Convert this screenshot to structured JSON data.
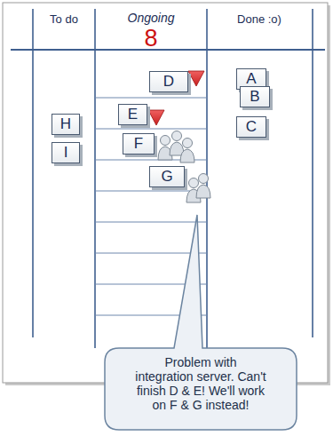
{
  "diagram": {
    "nodes": [
      {
        "text": [
          "H"
        ]
      },
      {
        "text": [
          "I"
        ]
      },
      {
        "text": [
          "D"
        ]
      },
      {
        "text": [
          "E"
        ]
      },
      {
        "text": [
          "F"
        ]
      },
      {
        "text": [
          "G"
        ]
      },
      {
        "text": [
          "A"
        ]
      },
      {
        "text": [
          "B"
        ]
      },
      {
        "text": [
          "C"
        ]
      },
      {
        "text": [
          "Problem with integration server. Can't finish D & E! We'll work on F & G instead!"
        ]
      }
    ],
    "labels": [
      "To do",
      "Ongoing",
      "8",
      "Done :o)"
    ]
  }
}
